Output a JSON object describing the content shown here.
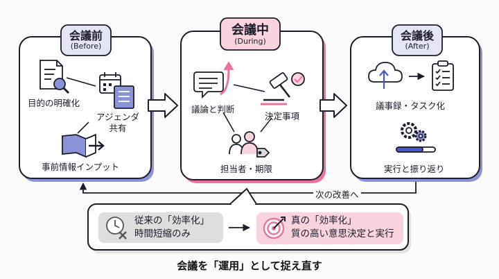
{
  "phases": [
    {
      "title": "会議前",
      "subtitle": "(Before)",
      "accent": "#8b93d8",
      "items": [
        "目的の明確化",
        "アジェンダ",
        "共有",
        "事前情報インプット"
      ],
      "icons": [
        "document-search-icon",
        "calendar-checklist-icon",
        "book-arrow-icon"
      ]
    },
    {
      "title": "会議中",
      "subtitle": "(During)",
      "accent": "#e8739c",
      "items": [
        "議論と判断",
        "決定事項",
        "担当者・期限"
      ],
      "icons": [
        "chat-bubble-arrow-icon",
        "gavel-check-icon",
        "people-tag-icon"
      ]
    },
    {
      "title": "会議後",
      "subtitle": "(After)",
      "accent": "#8b93d8",
      "items": [
        "議事録・タスク化",
        "実行と振り返り"
      ],
      "icons": [
        "cloud-upload-icon",
        "checklist-clipboard-icon",
        "gears-progress-icon"
      ]
    }
  ],
  "loop_label": "次の改善へ",
  "comparison": {
    "old": {
      "line1": "従来の「効率化」",
      "line2": "時間短縮のみ",
      "icon": "clock-x-icon"
    },
    "new": {
      "line1": "真の「効率化」",
      "line2": "質の高い意思決定と実行",
      "icon": "target-arrow-icon"
    }
  },
  "bottom_title": "会議を「運用」として捉え直す",
  "colors": {
    "blue_shadow": "#8b93d8",
    "pink_shadow": "#e8739c",
    "pink_fill": "#f9d3de",
    "grey_fill": "#dedede",
    "outline": "#1c1c2a"
  }
}
